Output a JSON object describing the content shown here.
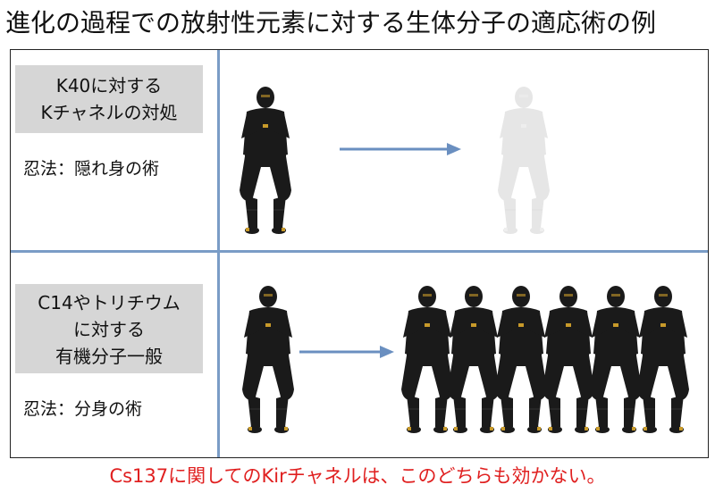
{
  "title": "進化の過程での放射性元素に対する生体分子の適応術の例",
  "row1": {
    "label_lines": [
      "K40に対する",
      "Kチャネルの対処"
    ],
    "jutsu": "忍法：隠れ身の術"
  },
  "row2": {
    "label_lines": [
      "C14やトリチウム",
      "に対する",
      "有機分子一般"
    ],
    "jutsu": "忍法：分身の術"
  },
  "footer": "Cs137に関してのKirチャネルは、このどちらも効かない。",
  "colors": {
    "divider": "#7a9cc6",
    "arrow": "#6a8fc0",
    "label_bg": "#d6d6d6",
    "footer_text": "#e02020",
    "ninja": "#1a1a1a",
    "ninja_faded": "#e6e6e6",
    "ninja_accent": "#c89a2a"
  }
}
